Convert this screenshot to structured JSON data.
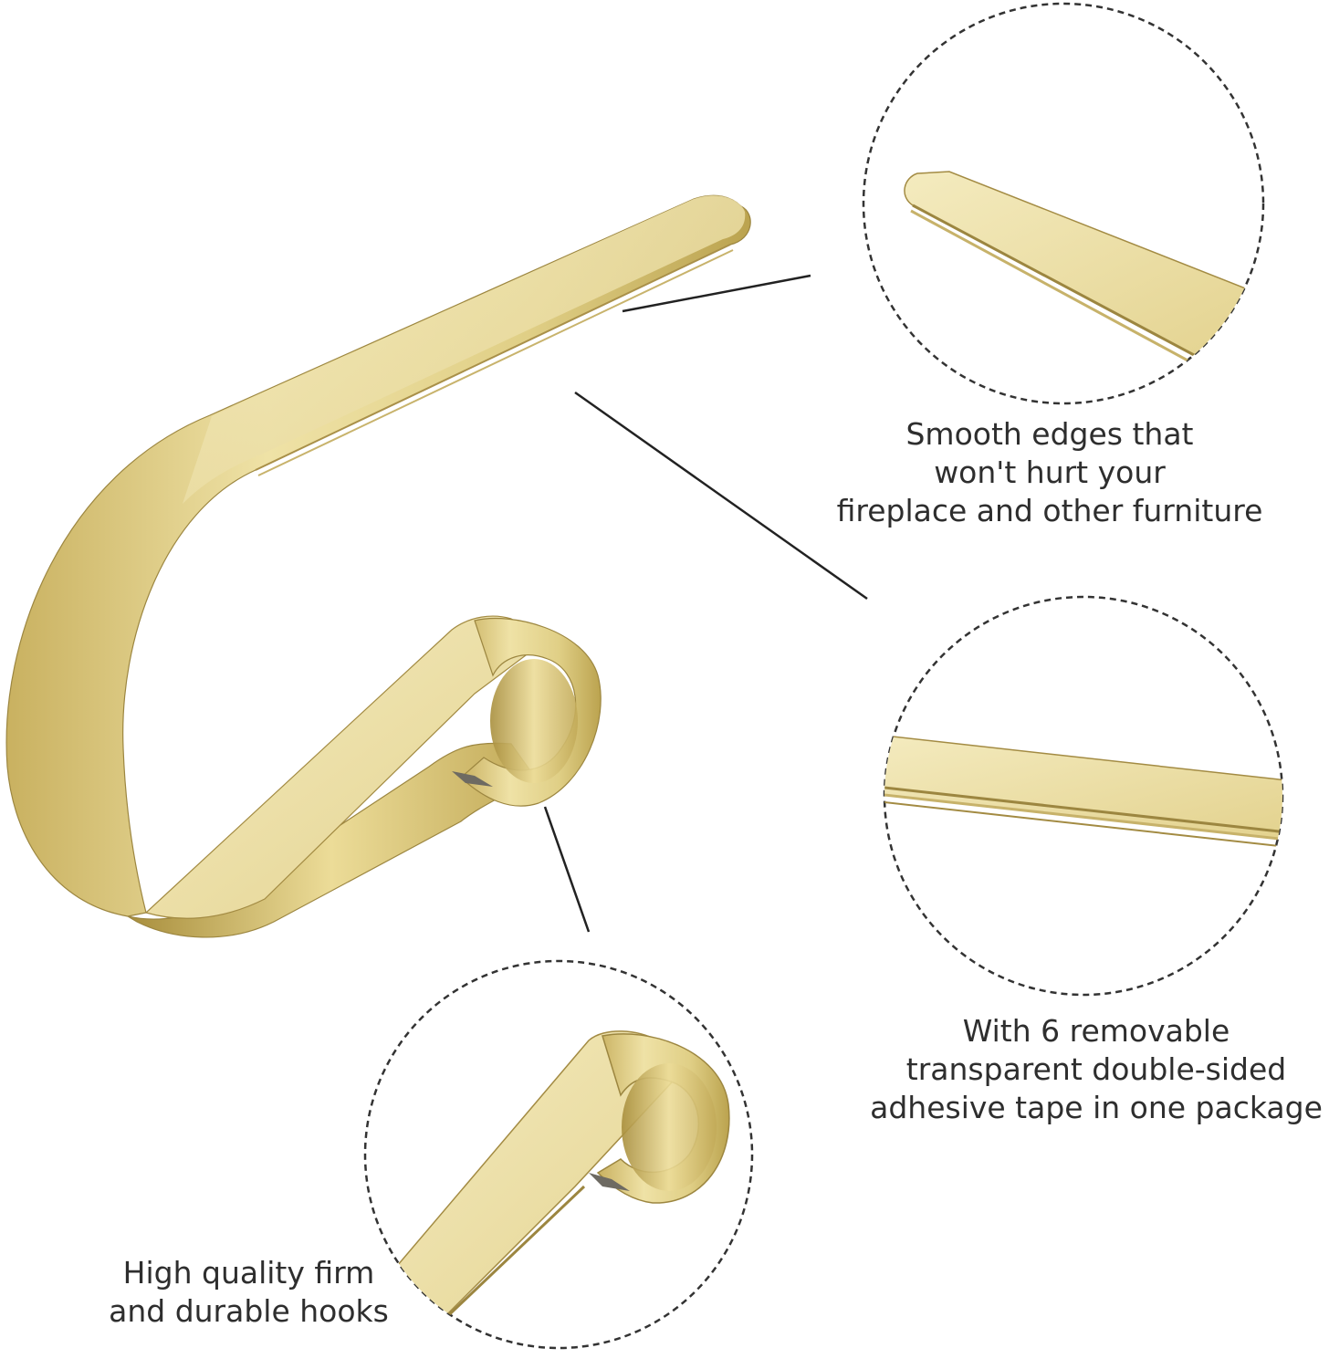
{
  "colors": {
    "background": "#ffffff",
    "gold_light": "#f2e8b6",
    "gold_mid": "#e0cf86",
    "gold_dark": "#b09846",
    "text": "#2e2e2e",
    "leader_line": "#222222"
  },
  "icons": [
    "hook-main-illustration",
    "rounded-edge-detail",
    "adhesive-layer-detail",
    "hook-curl-detail"
  ],
  "callouts": {
    "edges": {
      "line1": "Smooth edges that",
      "line2": "won't hurt your",
      "line3": "fireplace and other furniture"
    },
    "tape": {
      "line1": "With 6 removable",
      "line2": "transparent double-sided",
      "line3": "adhesive tape in one package"
    },
    "hooks": {
      "line1": "High quality firm",
      "line2": "and durable hooks"
    }
  }
}
